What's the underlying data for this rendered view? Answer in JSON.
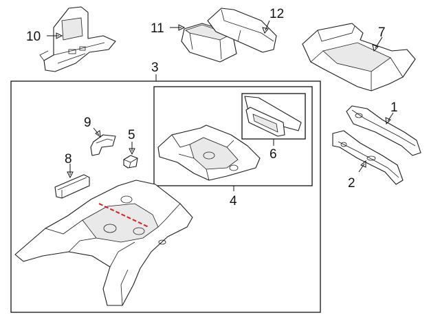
{
  "callouts": {
    "c1": "1",
    "c2": "2",
    "c3": "3",
    "c4": "4",
    "c5": "5",
    "c6": "6",
    "c7": "7",
    "c8": "8",
    "c9": "9",
    "c10": "10",
    "c11": "11",
    "c12": "12"
  },
  "colors": {
    "outline": "#1a1a1a",
    "highlight": "#d62020",
    "background": "#ffffff"
  }
}
